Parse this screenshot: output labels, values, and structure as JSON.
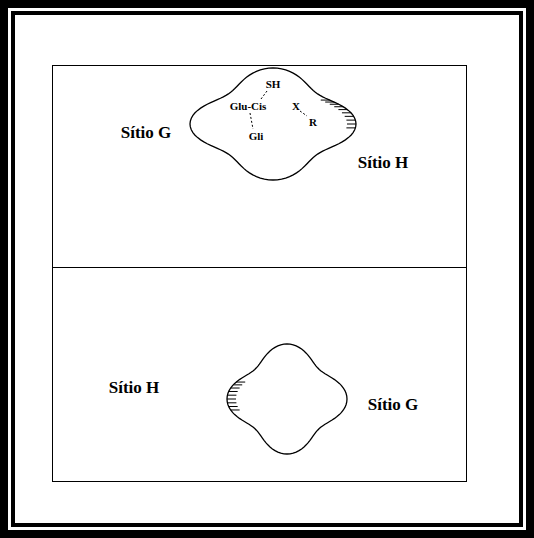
{
  "diagram": {
    "nodes": [
      {
        "text": [
          "Sítio G",
          "Sítio H"
        ]
      },
      {
        "text": [
          "SH",
          "Glu-Cis",
          "X",
          "R",
          "Gli"
        ],
        "in": 0
      },
      {
        "text": [
          "Sítio H",
          "Sítio G"
        ]
      }
    ]
  }
}
